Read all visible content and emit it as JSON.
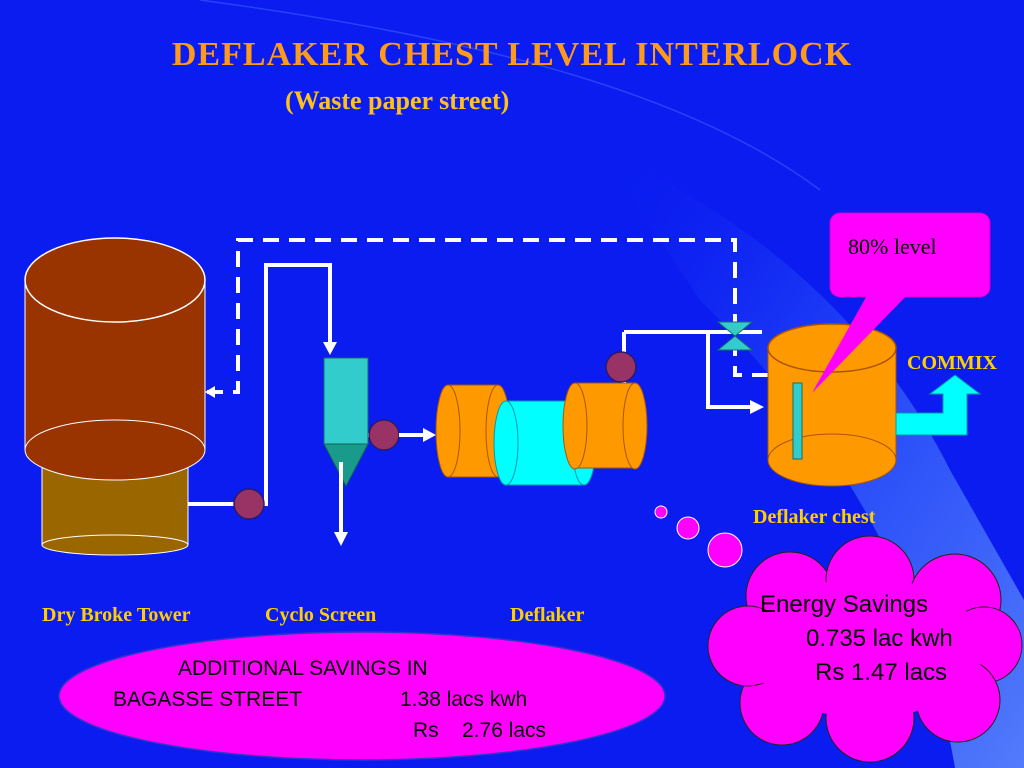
{
  "slide": {
    "title": "DEFLAKER  CHEST  LEVEL  INTERLOCK",
    "subtitle": "(Waste paper street)"
  },
  "equipment": {
    "dry_broke_tower": "Dry Broke Tower",
    "cyclo_screen": "Cyclo Screen",
    "deflaker": "Deflaker",
    "deflaker_chest": "Deflaker chest",
    "commix": "COMMIX"
  },
  "callouts": {
    "level": "80% level",
    "energy_savings": {
      "line1": "Energy Savings",
      "line2": "0.735 lac kwh",
      "line3": "Rs  1.47 lacs"
    },
    "additional_savings": {
      "line1": "ADDITIONAL SAVINGS IN",
      "line2a": "BAGASSE STREET",
      "line2b": "1.38 lacs kwh",
      "line3": "Rs    2.76 lacs"
    }
  },
  "colors": {
    "background": "#0a1cf0",
    "title": "#ff9a1a",
    "label": "#ffd000",
    "callout": "#ff00ff",
    "tower_top": "#993300",
    "tower_base": "#996600",
    "screen": "#33cccc",
    "deflaker_orange": "#ff9900",
    "deflaker_cyan": "#00ffff",
    "pump": "#993366"
  }
}
